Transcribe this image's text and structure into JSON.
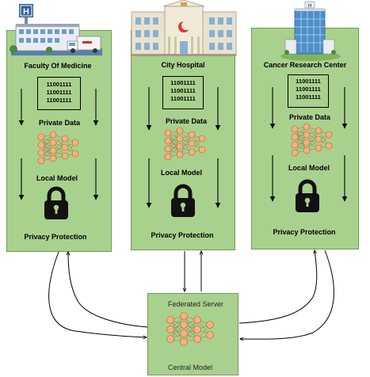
{
  "nodes": [
    {
      "id": "faculty",
      "title": "Faculty Of Medicine",
      "data_lines": [
        "11001111",
        "11001111",
        "11001111"
      ],
      "private_label": "Private Data",
      "model_label": "Local Model",
      "privacy_label": "Privacy Protection",
      "building_icon": "hospital-building-icon"
    },
    {
      "id": "city",
      "title": "City Hospital",
      "data_lines": [
        "11001111",
        "11001111",
        "11001111"
      ],
      "private_label": "Private Data",
      "model_label": "Local Model",
      "privacy_label": "Privacy Protection",
      "building_icon": "hospital-building-icon"
    },
    {
      "id": "cancer",
      "title": "Cancer Research Center",
      "data_lines": [
        "11001111",
        "11001111",
        "11001111"
      ],
      "private_label": "Private Data",
      "model_label": "Local Model",
      "privacy_label": "Privacy Protection",
      "building_icon": "office-building-icon"
    }
  ],
  "server": {
    "title": "Federated Server",
    "subtitle": "Central Model"
  },
  "colors": {
    "panel_fill": "#a9d18e",
    "panel_border": "#6f9a55",
    "neuron": "#f4b183",
    "neuron_stroke": "#c55a11",
    "arrow": "#000000"
  },
  "icons": [
    "hospital-building-icon",
    "office-building-icon",
    "padlock-icon",
    "neural-network-icon",
    "ambulance-icon"
  ]
}
